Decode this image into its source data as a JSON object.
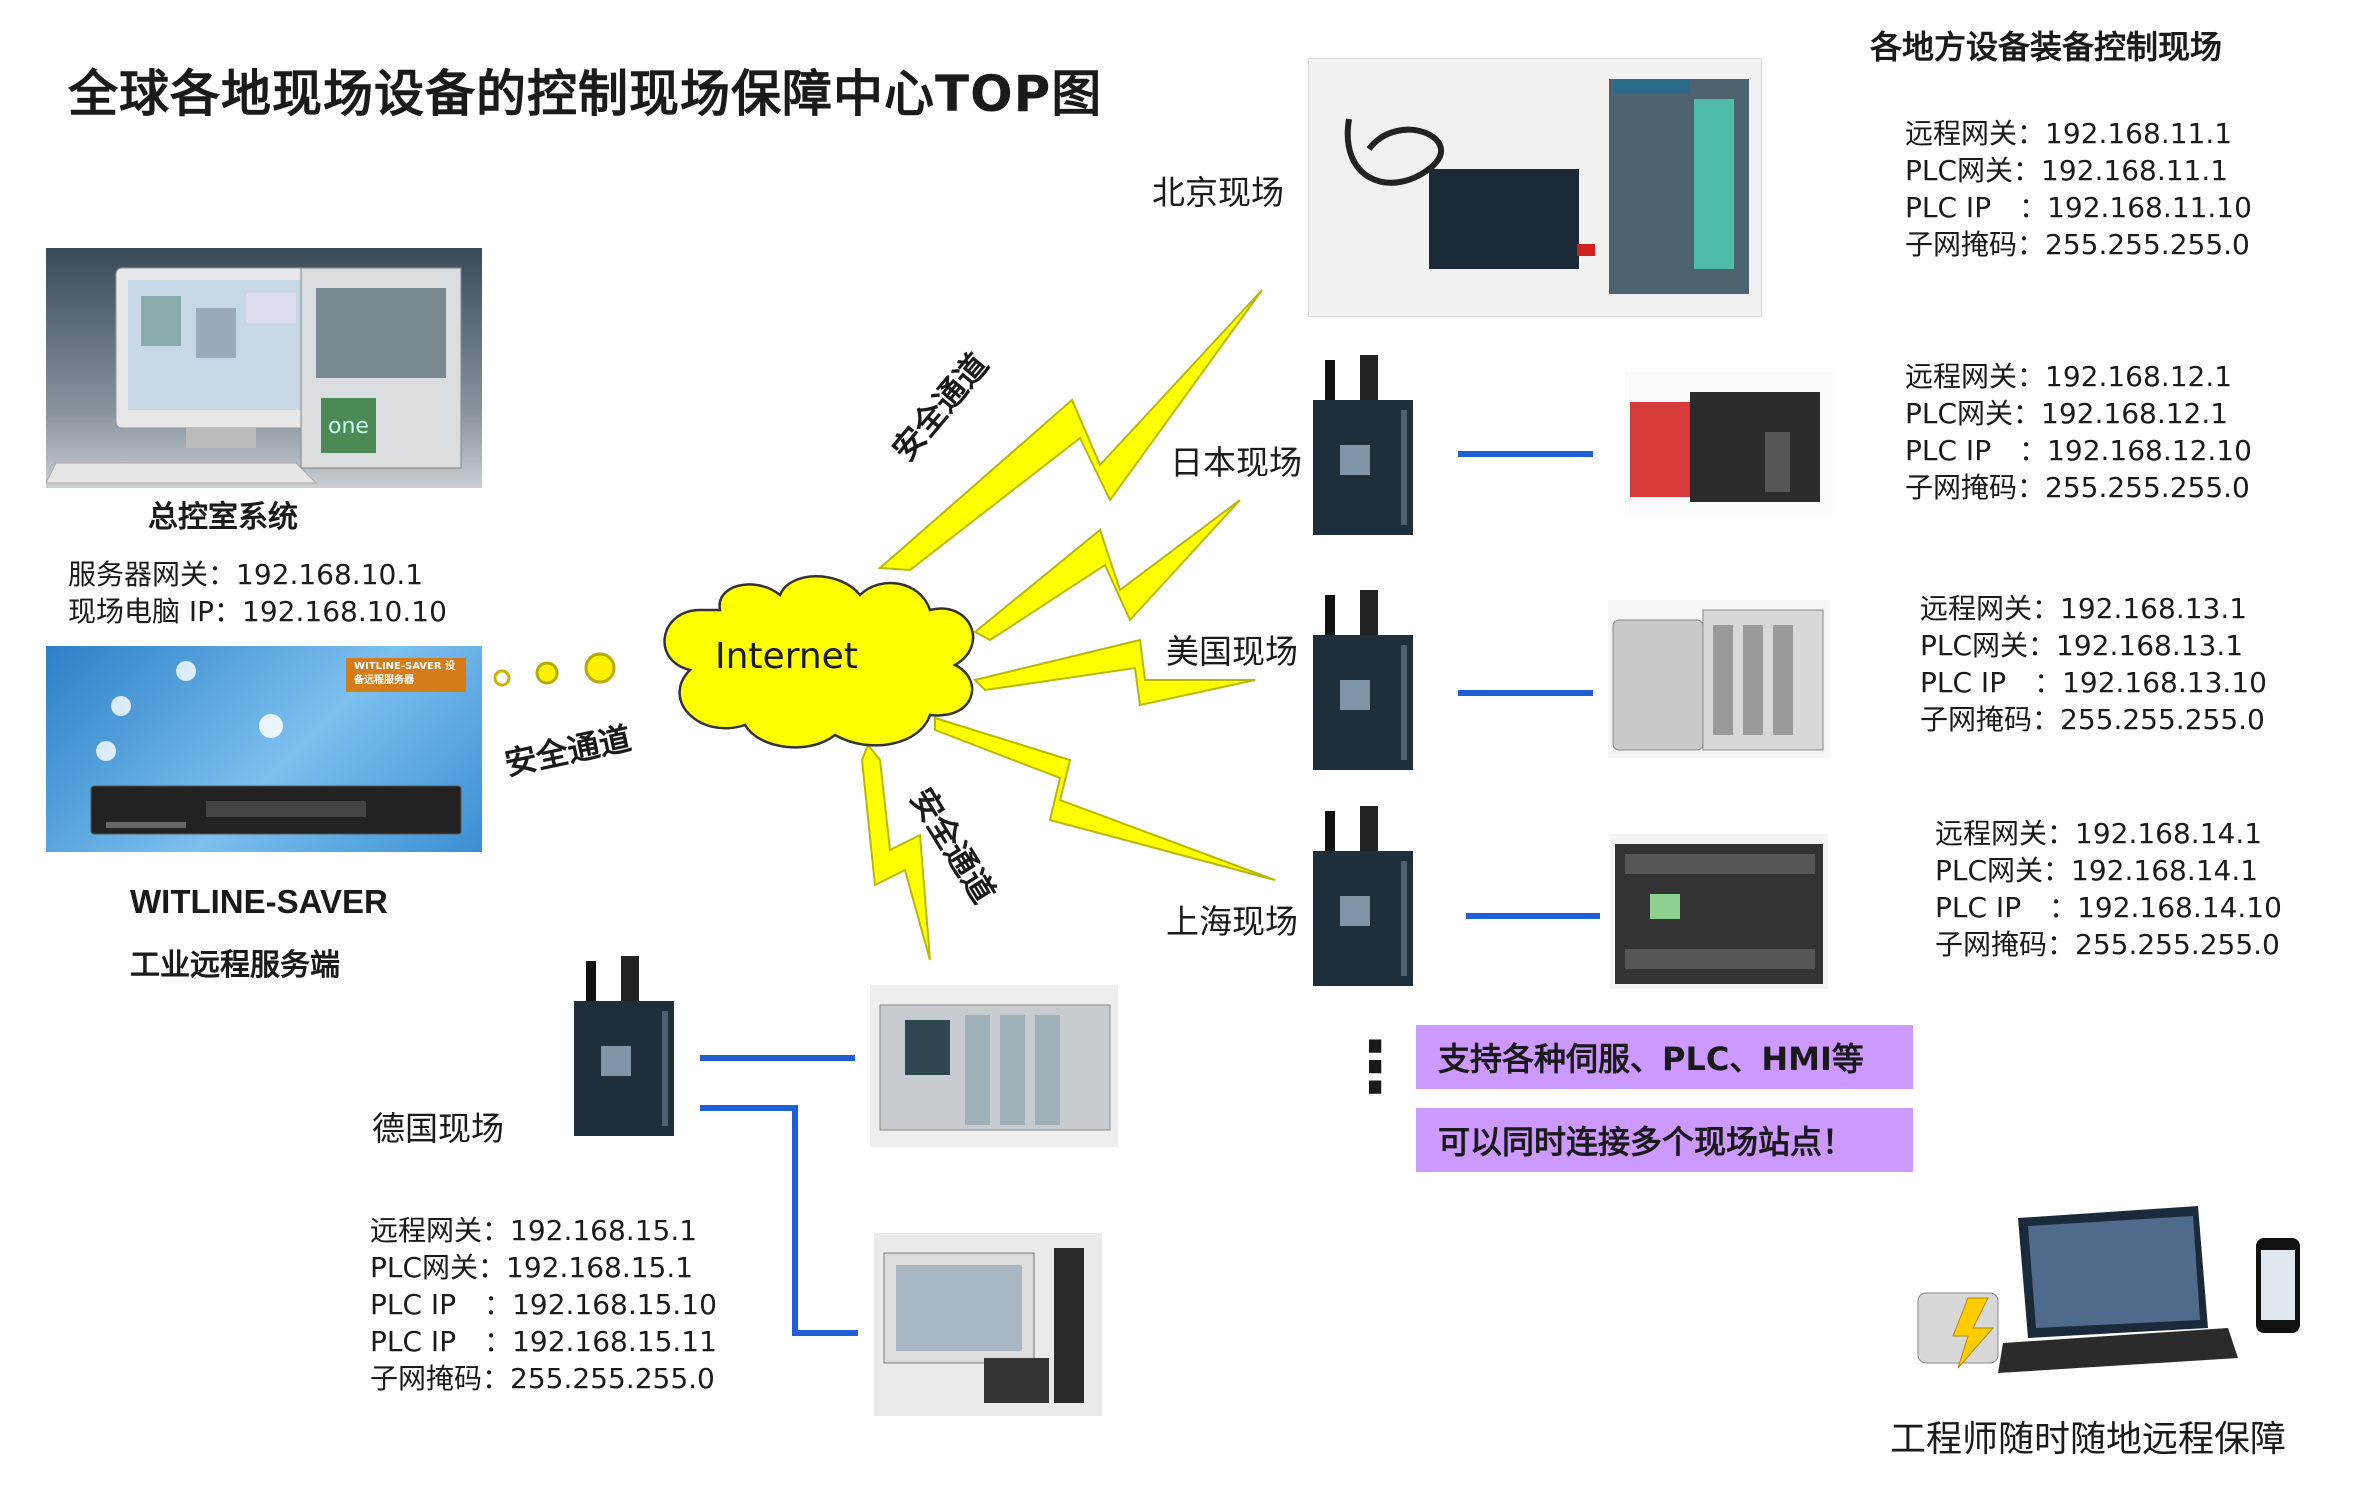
{
  "title": "全球各地现场设备的控制现场保障中心TOP图",
  "right_header": "各地方设备装备控制现场",
  "control_room": {
    "label": "总控室系统",
    "info": [
      "服务器网关：192.168.10.1",
      "现场电脑 IP：192.168.10.10"
    ]
  },
  "server": {
    "name": "WITLINE-SAVER",
    "subtitle": "工业远程服务端",
    "screen_text": "WITLINE-SAVER 设备远程服务器"
  },
  "internet_label": "Internet",
  "secure_channel": "安全通道",
  "sites": {
    "beijing": {
      "name": "北京现场",
      "info": [
        "远程网关：192.168.11.1",
        "PLC网关：192.168.11.1",
        "PLC IP　：192.168.11.10",
        "子网掩码：255.255.255.0"
      ]
    },
    "japan": {
      "name": "日本现场",
      "info": [
        "远程网关：192.168.12.1",
        "PLC网关：192.168.12.1",
        "PLC IP　：192.168.12.10",
        "子网掩码：255.255.255.0"
      ]
    },
    "usa": {
      "name": "美国现场",
      "info": [
        "远程网关：192.168.13.1",
        "PLC网关：192.168.13.1",
        "PLC IP　：192.168.13.10",
        "子网掩码：255.255.255.0"
      ]
    },
    "shanghai": {
      "name": "上海现场",
      "info": [
        "远程网关：192.168.14.1",
        "PLC网关：192.168.14.1",
        "PLC IP　：192.168.14.10",
        "子网掩码：255.255.255.0"
      ]
    },
    "germany": {
      "name": "德国现场",
      "info": [
        "远程网关：192.168.15.1",
        "PLC网关：192.168.15.1",
        "PLC IP　：192.168.15.10",
        "PLC IP　：192.168.15.11",
        "子网掩码：255.255.255.0"
      ]
    }
  },
  "banners": [
    "支持各种伺服、PLC、HMI等",
    "可以同时连接多个现场站点！"
  ],
  "ellipsis": "⋮",
  "engineer_caption": "工程师随时随地远程保障",
  "colors": {
    "bolt_fill": "#ffff00",
    "bolt_stroke": "#b8b800",
    "cloud_fill": "#ffff00",
    "link_line": "#1f5fd6",
    "banner_bg": "#cc99ff"
  }
}
